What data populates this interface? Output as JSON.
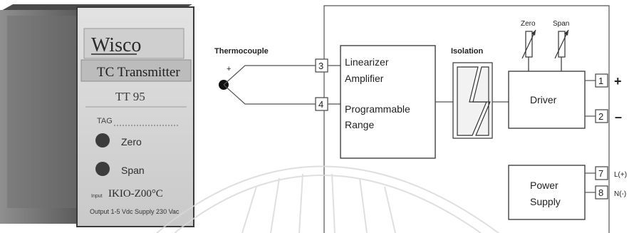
{
  "device": {
    "brand": "Wisco",
    "product_name": "TC Transmitter",
    "model": "TT 95",
    "tag_label": "TAG",
    "knob_zero_label": "Zero",
    "knob_span_label": "Span",
    "input_prefix": "Input",
    "input_value": "IKIO-Z00°C",
    "output_line": "Output 1-5 Vdc Supply 230 Vac"
  },
  "diagram": {
    "thermocouple_label": "Thermocouple",
    "plus_sign": "+",
    "terminal_3": "3",
    "terminal_4": "4",
    "linearizer_line1": "Linearizer",
    "linearizer_line2": "Amplifier",
    "programmable_line1": "Programmable",
    "programmable_line2": "Range",
    "isolation_label": "Isolation",
    "zero_label": "Zero",
    "span_label": "Span",
    "driver_label": "Driver",
    "terminal_1": "1",
    "terminal_2": "2",
    "output_plus": "+",
    "output_minus": "–",
    "power_supply_line1": "Power",
    "power_supply_line2": "Supply",
    "terminal_7": "7",
    "terminal_8": "8",
    "l_label": "L(+)",
    "n_label": "N(-)"
  }
}
